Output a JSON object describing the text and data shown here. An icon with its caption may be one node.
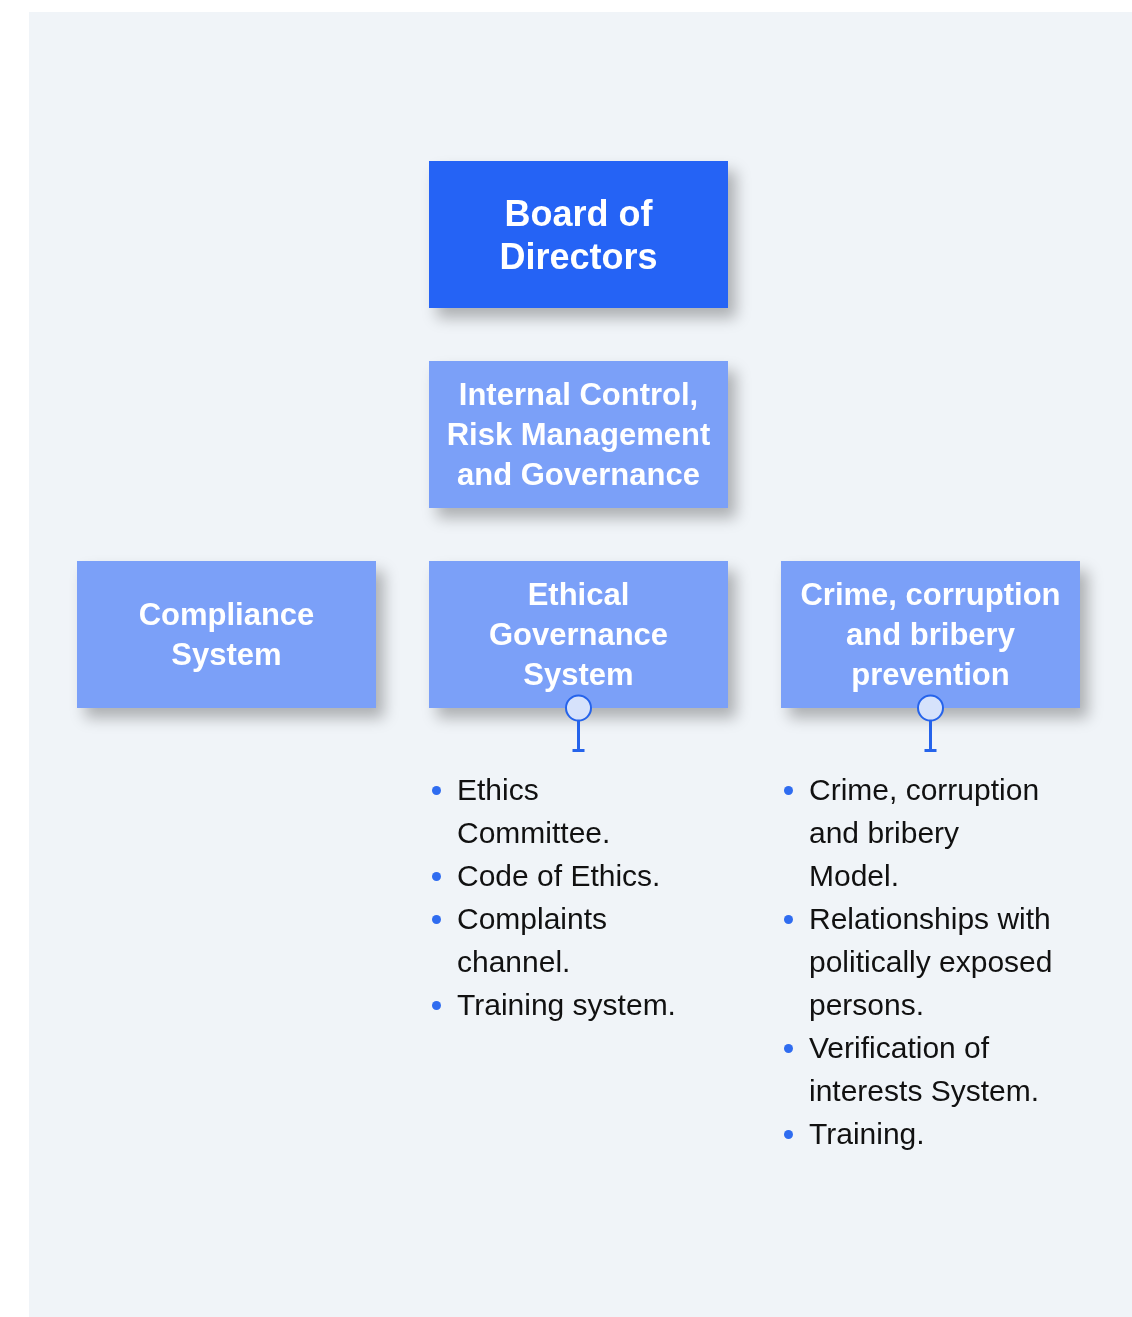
{
  "diagram": {
    "nodes": [
      {
        "text": [
          "Board of Directors"
        ]
      },
      {
        "text": [
          "Internal Control, Risk Management and Governance"
        ]
      },
      {
        "text": [
          "Compliance System"
        ]
      },
      {
        "text": [
          "Ethical Governance System"
        ]
      },
      {
        "text": [
          "Crime, corruption and bribery prevention"
        ]
      },
      {
        "text": [
          "Ethics Committee.",
          "Code of Ethics.",
          "Complaints channel.",
          "Training system."
        ]
      },
      {
        "text": [
          "Crime, corruption and bribery Model.",
          "Relationships with politically exposed persons.",
          "Verification of interests System.",
          "Training."
        ]
      }
    ],
    "edges": [
      {
        "from": 3,
        "to": 5,
        "arrow": "other"
      },
      {
        "from": 4,
        "to": 6,
        "arrow": "other"
      }
    ]
  }
}
